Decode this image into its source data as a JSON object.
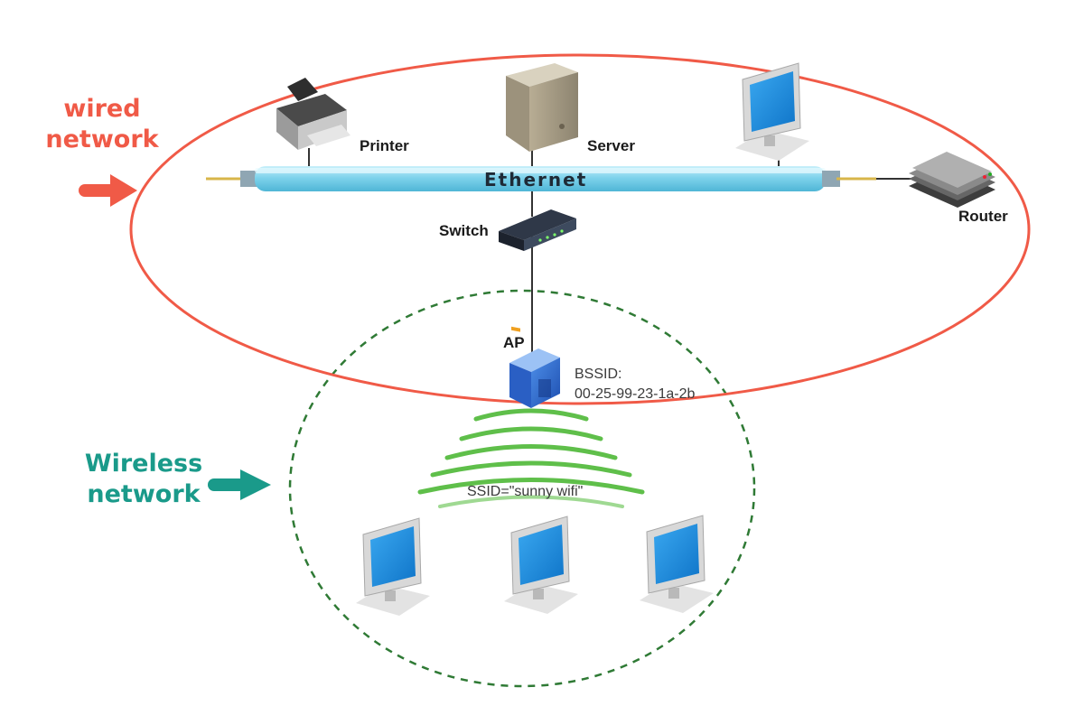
{
  "zones": {
    "wired": {
      "label_line1": "wired",
      "label_line2": "network",
      "color": "#f05a47"
    },
    "wireless": {
      "label_line1": "Wireless",
      "label_line2": "network",
      "color": "#1a9a8a"
    }
  },
  "backbone": {
    "label": "Ethernet",
    "cable_color": "#7fd3ec"
  },
  "devices": {
    "printer": "Printer",
    "server": "Server",
    "router": "Router",
    "switch": "Switch",
    "ap": "AP"
  },
  "access_point": {
    "bssid_label": "BSSID:",
    "bssid_value": "00-25-99-23-1a-2b",
    "ssid": "SSID=\"sunny wifi\""
  },
  "icons": [
    "printer-icon",
    "server-icon",
    "monitor-icon",
    "router-icon",
    "switch-icon",
    "access-point-icon",
    "wifi-waves-icon",
    "arrow-right-icon"
  ],
  "colors": {
    "monitor_screen": "#1f8fe0",
    "signal": "#5fbf4a",
    "wireless_border": "#2f7a35"
  }
}
